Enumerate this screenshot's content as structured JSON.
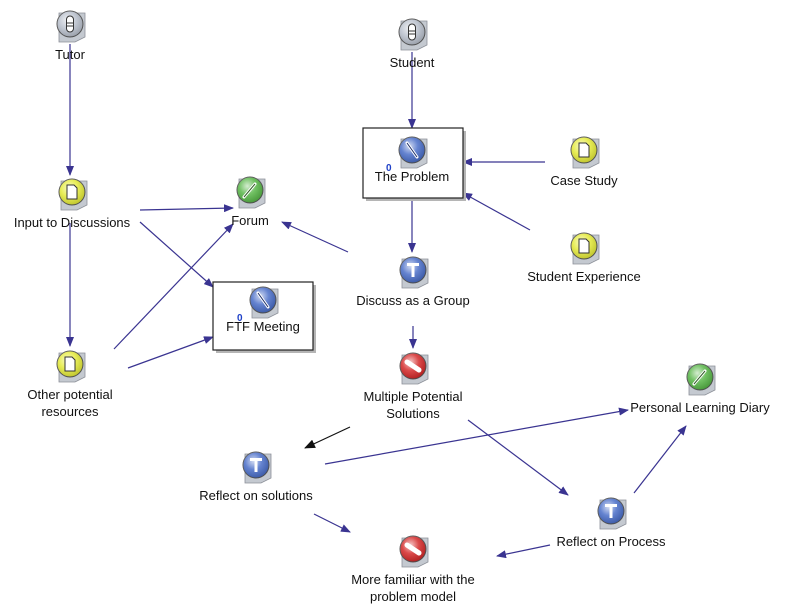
{
  "nodes": [
    {
      "id": "tutor",
      "type": "user",
      "label": [
        "Tutor"
      ]
    },
    {
      "id": "student",
      "type": "user",
      "label": [
        "Student"
      ]
    },
    {
      "id": "problem",
      "type": "tool",
      "label": [
        "The Problem"
      ],
      "count": "0",
      "boxed": true
    },
    {
      "id": "case",
      "type": "doc",
      "label": [
        "Case Study"
      ]
    },
    {
      "id": "input",
      "type": "doc",
      "label": [
        "Input to Discussions"
      ]
    },
    {
      "id": "forum",
      "type": "pen",
      "label": [
        "Forum"
      ]
    },
    {
      "id": "experience",
      "type": "doc",
      "label": [
        "Student Experience"
      ]
    },
    {
      "id": "discuss",
      "type": "task",
      "label": [
        "Discuss as a Group"
      ]
    },
    {
      "id": "ftf",
      "type": "tool",
      "label": [
        "FTF Meeting"
      ],
      "count": "0",
      "boxed": true
    },
    {
      "id": "other",
      "type": "doc",
      "label": [
        "Other potential",
        "resources"
      ]
    },
    {
      "id": "multi",
      "type": "goal",
      "label": [
        "Multiple Potential",
        "Solutions"
      ]
    },
    {
      "id": "diary",
      "type": "pen",
      "label": [
        "Personal Learning Diary"
      ]
    },
    {
      "id": "reflect_sol",
      "type": "task",
      "label": [
        "Reflect on solutions"
      ]
    },
    {
      "id": "reflect_proc",
      "type": "task",
      "label": [
        "Reflect on Process"
      ]
    },
    {
      "id": "familiar",
      "type": "goal",
      "label": [
        "More familiar with the",
        "problem model"
      ]
    }
  ],
  "colors": {
    "arrow": "#3a3491",
    "arrow_dark": "#111111",
    "user": "#b9c0cc",
    "tool": "#4a6ec8",
    "doc": "#e4ea3a",
    "pen": "#58b648",
    "task": "#4a6ec8",
    "goal": "#d42a2a"
  }
}
